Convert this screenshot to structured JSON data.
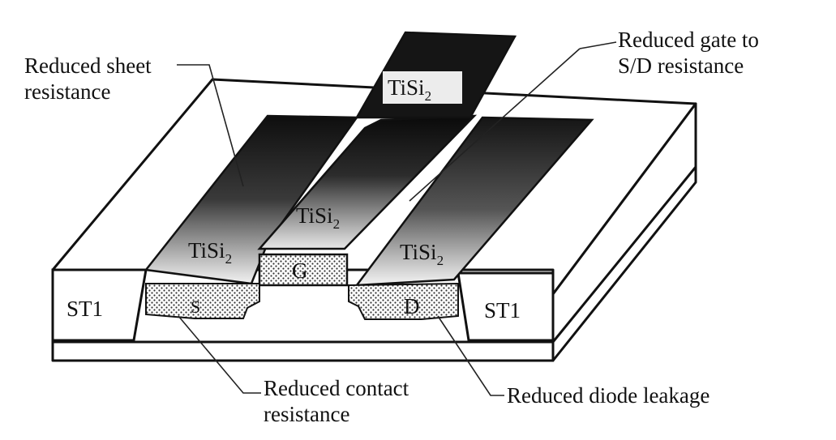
{
  "labels": {
    "reduced_sheet_l1": "Reduced sheet",
    "reduced_sheet_l2": "resistance",
    "reduced_gate_l1": "Reduced gate to",
    "reduced_gate_l2": "S/D resistance",
    "reduced_contact_l1": "Reduced contact",
    "reduced_contact_l2": "resistance",
    "reduced_diode": "Reduced diode leakage"
  },
  "regions": {
    "silicide_base": "TiSi",
    "silicide_sub": "2",
    "gate": "G",
    "source": "S",
    "drain": "D",
    "sti_left": "ST1",
    "sti_right": "ST1"
  },
  "colors": {
    "ink": "#111111",
    "silicide_dark": "#1a1a1a",
    "paper": "#ffffff"
  }
}
